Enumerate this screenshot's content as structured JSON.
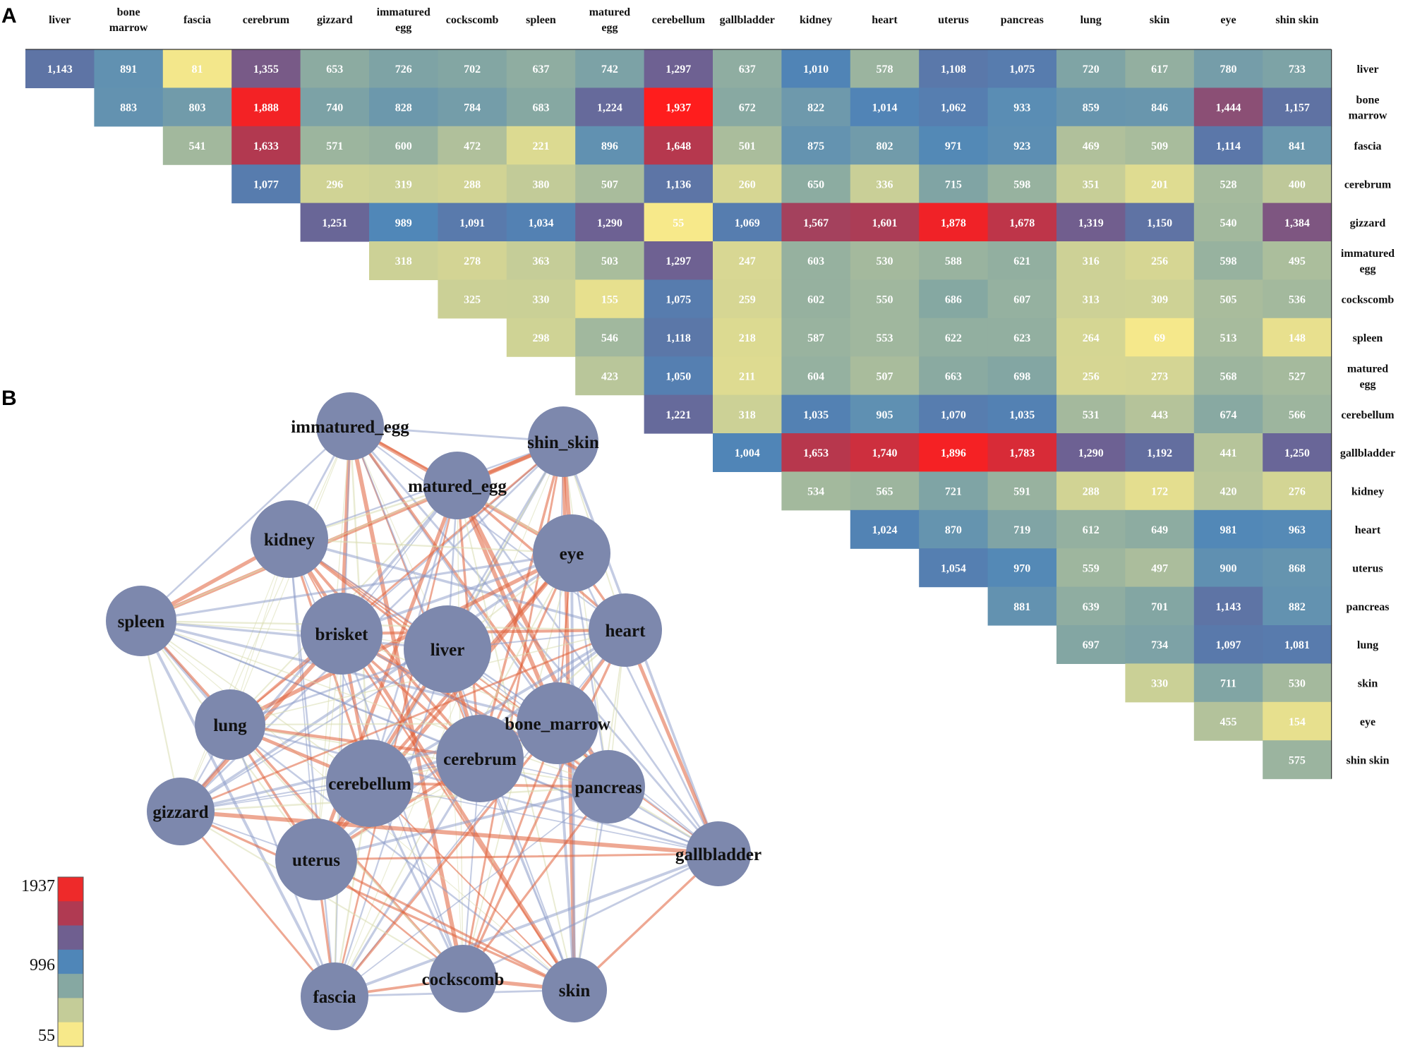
{
  "panels": {
    "a": "A",
    "b": "B"
  },
  "chart_data": [
    {
      "type": "heatmap",
      "panel": "A",
      "columns": [
        "liver",
        "bone\nmarrow",
        "fascia",
        "cerebrum",
        "gizzard",
        "immatured\negg",
        "cockscomb",
        "spleen",
        "matured\negg",
        "cerebellum",
        "gallbladder",
        "kidney",
        "heart",
        "uterus",
        "pancreas",
        "lung",
        "skin",
        "eye",
        "shin skin"
      ],
      "rows": [
        "liver",
        "bone\nmarrow",
        "fascia",
        "cerebrum",
        "gizzard",
        "immatured\negg",
        "cockscomb",
        "spleen",
        "matured\negg",
        "cerebellum",
        "gallbladder",
        "kidney",
        "heart",
        "uterus",
        "pancreas",
        "lung",
        "skin",
        "eye",
        "shin skin"
      ],
      "values": [
        [
          "1,143",
          "891",
          "81",
          "1,355",
          "653",
          "726",
          "702",
          "637",
          "742",
          "1,297",
          "637",
          "1,010",
          "578",
          "1,108",
          "1,075",
          "720",
          "617",
          "780",
          "733"
        ],
        [
          "883",
          "803",
          "1,888",
          "740",
          "828",
          "784",
          "683",
          "1,224",
          "1,937",
          "672",
          "822",
          "1,014",
          "1,062",
          "933",
          "859",
          "846",
          "1,444",
          "1,157"
        ],
        [
          "541",
          "1,633",
          "571",
          "600",
          "472",
          "221",
          "896",
          "1,648",
          "501",
          "875",
          "802",
          "971",
          "923",
          "469",
          "509",
          "1,114",
          "841"
        ],
        [
          "1,077",
          "296",
          "319",
          "288",
          "380",
          "507",
          "1,136",
          "260",
          "650",
          "336",
          "715",
          "598",
          "351",
          "201",
          "528",
          "400"
        ],
        [
          "1,251",
          "989",
          "1,091",
          "1,034",
          "1,290",
          "55",
          "1,069",
          "1,567",
          "1,601",
          "1,878",
          "1,678",
          "1,319",
          "1,150",
          "540",
          "1,384"
        ],
        [
          "318",
          "278",
          "363",
          "503",
          "1,297",
          "247",
          "603",
          "530",
          "588",
          "621",
          "316",
          "256",
          "598",
          "495"
        ],
        [
          "325",
          "330",
          "155",
          "1,075",
          "259",
          "602",
          "550",
          "686",
          "607",
          "313",
          "309",
          "505",
          "536"
        ],
        [
          "298",
          "546",
          "1,118",
          "218",
          "587",
          "553",
          "622",
          "623",
          "264",
          "69",
          "513",
          "148"
        ],
        [
          "423",
          "1,050",
          "211",
          "604",
          "507",
          "663",
          "698",
          "256",
          "273",
          "568",
          "527"
        ],
        [
          "1,221",
          "318",
          "1,035",
          "905",
          "1,070",
          "1,035",
          "531",
          "443",
          "674",
          "566"
        ],
        [
          "1,004",
          "1,653",
          "1,740",
          "1,896",
          "1,783",
          "1,290",
          "1,192",
          "441",
          "1,250"
        ],
        [
          "534",
          "565",
          "721",
          "591",
          "288",
          "172",
          "420",
          "276"
        ],
        [
          "1,024",
          "870",
          "719",
          "612",
          "649",
          "981",
          "963"
        ],
        [
          "1,054",
          "970",
          "559",
          "497",
          "900",
          "868"
        ],
        [
          "881",
          "639",
          "701",
          "1,143",
          "882"
        ],
        [
          "697",
          "734",
          "1,097",
          "1,081"
        ],
        [
          "330",
          "711",
          "530"
        ],
        [
          "455",
          "154"
        ],
        [
          "575"
        ]
      ],
      "layout": "upper triangle, row i starts at column i",
      "color_scale": {
        "min": 55,
        "mid": 996,
        "max": 1937,
        "colors": [
          "#f7e98a",
          "#c4cc98",
          "#86a8a2",
          "#4f86b8",
          "#6f5f90",
          "#b03a52",
          "#ff1d1d"
        ]
      }
    },
    {
      "type": "network",
      "panel": "B",
      "nodes": [
        "immatured_egg",
        "shin_skin",
        "matured_egg",
        "kidney",
        "eye",
        "spleen",
        "brisket",
        "liver",
        "heart",
        "lung",
        "bone_marrow",
        "cerebrum",
        "cerebellum",
        "pancreas",
        "gizzard",
        "gallbladder",
        "uterus",
        "cockscomb",
        "fascia",
        "skin"
      ],
      "node_color": "#7d88ad",
      "edge_colors": {
        "high": "#e0603a",
        "mid": "#8a9ac8",
        "low": "#d8dcb0"
      }
    },
    {
      "type": "colorbar",
      "ticks": [
        "1937",
        "996",
        "55"
      ],
      "colors": [
        "#f7e98a",
        "#c4cc98",
        "#86a8a2",
        "#4f86b8",
        "#6f5f90",
        "#b03a52",
        "#ee2a2a"
      ]
    }
  ]
}
